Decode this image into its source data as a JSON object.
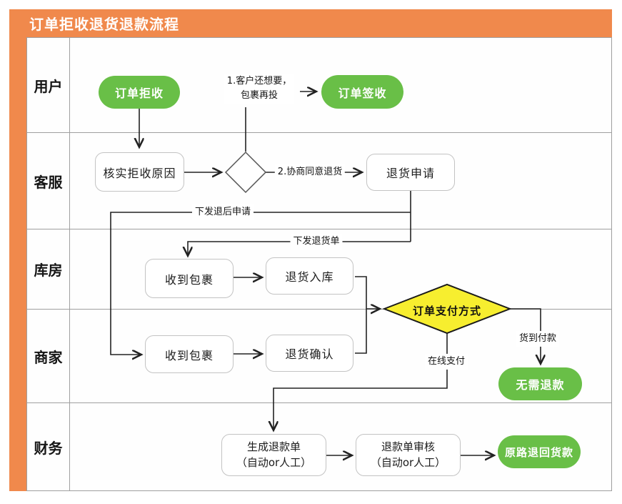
{
  "title": "订单拒收退货退款流程",
  "colors": {
    "frame_orange": "#f0894c",
    "node_green": "#69bf47",
    "decision_yellow": "#f7ee2f",
    "line_black": "#222222",
    "grid_gray": "#9f9f9f"
  },
  "lanes": [
    {
      "label": "用户"
    },
    {
      "label": "客服"
    },
    {
      "label": "库房"
    },
    {
      "label": "商家"
    },
    {
      "label": "财务"
    }
  ],
  "nodes": {
    "order_rejected": "订单拒收",
    "order_signed": "订单签收",
    "verify_rejection_reason": "核实拒收原因",
    "return_request": "退货申请",
    "warehouse_receive_package": "收到包裹",
    "return_into_stock": "退货入库",
    "order_payment_method": "订单支付方式",
    "merchant_receive_package": "收到包裹",
    "return_confirm": "退货确认",
    "no_refund_needed": "无需退款",
    "generate_refund_line1": "生成退款单",
    "generate_refund_line2": "（自动or人工）",
    "refund_review_line1": "退款单审核",
    "refund_review_line2": "（自动or人工）",
    "refund_original_route": "原路退回货款"
  },
  "edge_labels": {
    "customer_wants_line1": "1.客户还想要，",
    "customer_wants_line2": "包裹再投",
    "agree_return": "2.协商同意退货",
    "issue_return_request": "下发退后申请",
    "issue_return_order": "下发退货单",
    "online_payment": "在线支付",
    "cash_on_delivery": "货到付款"
  }
}
